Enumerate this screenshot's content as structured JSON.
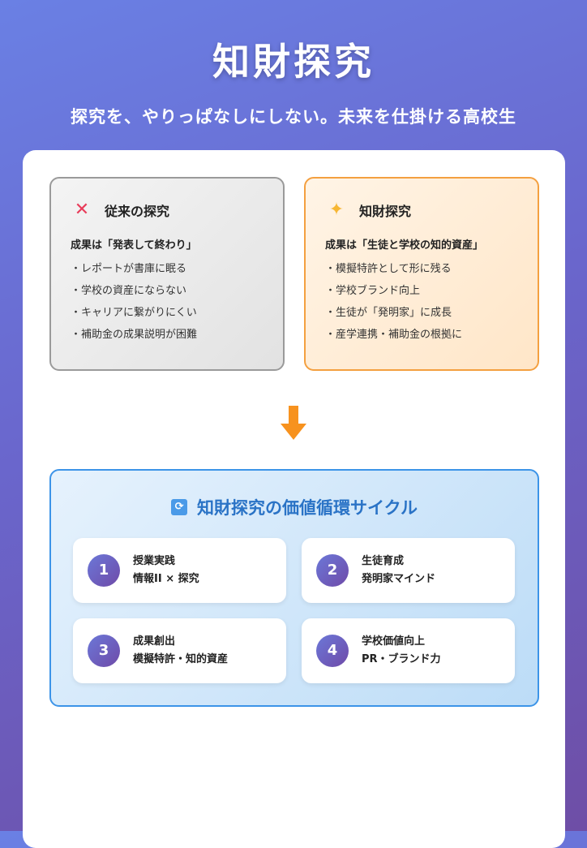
{
  "header": {
    "title": "知財探究",
    "subtitle": "探究を、やりっぱなしにしない。未来を仕掛ける高校生"
  },
  "comparison": {
    "old": {
      "icon": "cross-icon",
      "heading": "従来の探究",
      "lead": "成果は「発表して終わり」",
      "items": [
        "・レポートが書庫に眠る",
        "・学校の資産にならない",
        "・キャリアに繋がりにくい",
        "・補助金の成果説明が困難"
      ]
    },
    "new": {
      "icon": "sparkles-icon",
      "heading": "知財探究",
      "lead": "成果は「生徒と学校の知的資産」",
      "items": [
        "・模擬特許として形に残る",
        "・学校ブランド向上",
        "・生徒が「発明家」に成長",
        "・産学連携・補助金の根拠に"
      ]
    }
  },
  "cycle": {
    "title": "知財探究の価値循環サイクル",
    "steps": [
      {
        "num": "1",
        "title": "授業実践",
        "desc": "情報II × 探究"
      },
      {
        "num": "2",
        "title": "生徒育成",
        "desc": "発明家マインド"
      },
      {
        "num": "3",
        "title": "成果創出",
        "desc": "模擬特許・知的資産"
      },
      {
        "num": "4",
        "title": "学校価値向上",
        "desc": "PR・ブランド力"
      }
    ]
  },
  "colors": {
    "accent": "#3c94e8",
    "orange": "#f4a040",
    "arrow": "#f7921e"
  }
}
